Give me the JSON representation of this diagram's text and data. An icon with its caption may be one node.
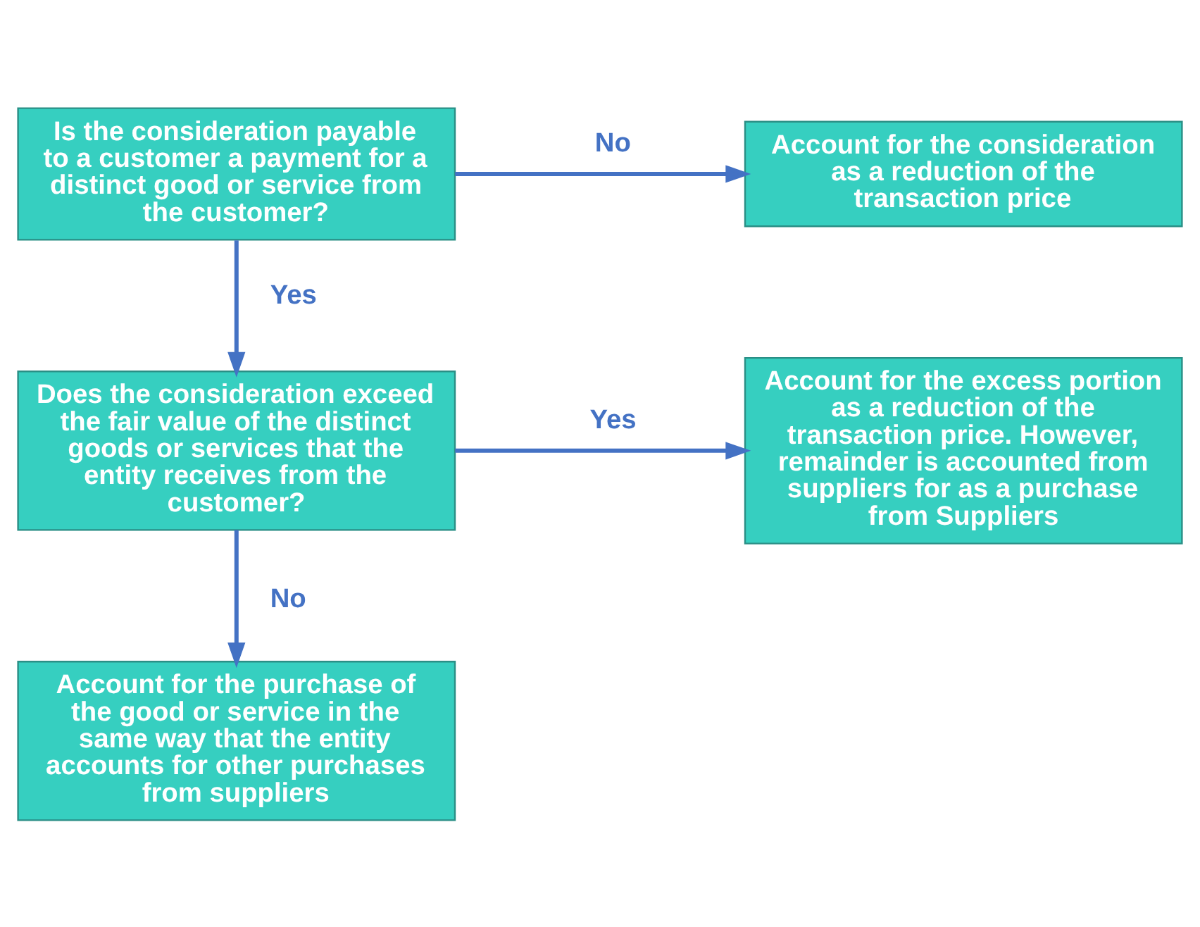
{
  "diagram": {
    "nodes": [
      {
        "text": [
          "Is the consideration payable to a customer a payment for a distinct good or service from the customer?"
        ]
      },
      {
        "text": [
          "Account for the consideration as a reduction of the transaction price"
        ]
      },
      {
        "text": [
          "Does the consideration exceed the fair value of the distinct goods or services that the entity receives from the customer?"
        ]
      },
      {
        "text": [
          "Account for the excess portion as a reduction of the transaction price. However, remainder is accounted from suppliers for as a purchase from Suppliers"
        ]
      },
      {
        "text": [
          "Account for the purchase of the good or service in the same way that the entity accounts for other purchases from suppliers"
        ]
      }
    ],
    "edges": [
      {
        "from": 0,
        "to": 1,
        "arrow": "to",
        "label": "No"
      },
      {
        "from": 0,
        "to": 2,
        "arrow": "to",
        "label": "Yes"
      },
      {
        "from": 2,
        "to": 3,
        "arrow": "to",
        "label": "Yes"
      },
      {
        "from": 2,
        "to": 4,
        "arrow": "to",
        "label": "No"
      }
    ]
  }
}
